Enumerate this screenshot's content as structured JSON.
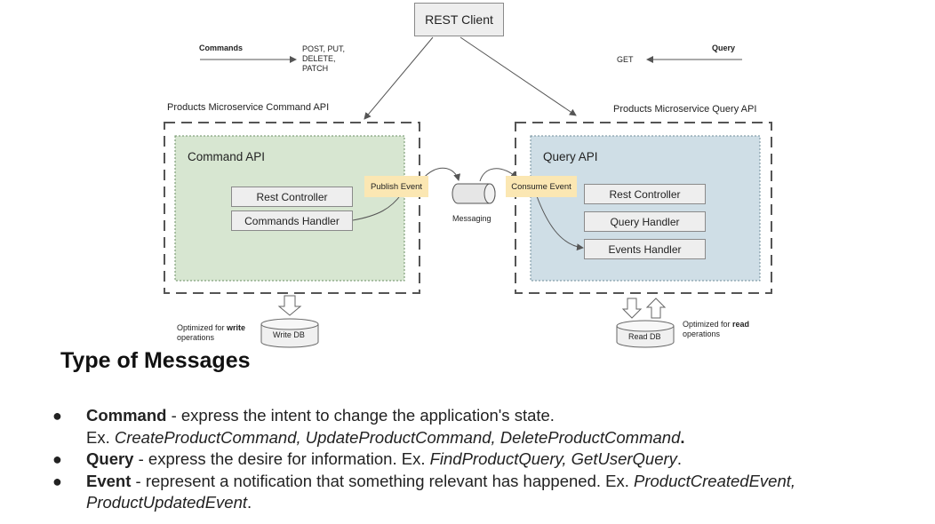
{
  "diagram": {
    "rest_client": "REST Client",
    "commands_label": "Commands",
    "command_methods": [
      "POST, PUT,",
      "DELETE,",
      "PATCH"
    ],
    "query_label": "Query",
    "query_method": "GET",
    "command_service_title": "Products Microservice Command API",
    "query_service_title": "Products Microservice Query API",
    "command_api": {
      "title": "Command API",
      "components": [
        "Rest Controller",
        "Commands Handler"
      ],
      "event_pill": "Publish Event"
    },
    "query_api": {
      "title": "Query API",
      "components": [
        "Rest Controller",
        "Query Handler",
        "Events Handler"
      ],
      "event_pill": "Consume Event"
    },
    "messaging": "Messaging",
    "write_db": {
      "label": "Write DB",
      "note_prefix": "Optimized for ",
      "note_bold": "write",
      "note_suffix": "operations"
    },
    "read_db": {
      "label": "Read DB",
      "note_prefix": "Optimized for ",
      "note_bold": "read",
      "note_suffix": "operations"
    }
  },
  "section_title": "Type of Messages",
  "bullets": [
    {
      "term": "Command",
      "text": " - express the intent to change the application's state.",
      "example_prefix": "Ex. ",
      "example": "CreateProductCommand, UpdateProductCommand, DeleteProductCommand",
      "trailing": "."
    },
    {
      "term": "Query",
      "text": " - express the desire for information. Ex. ",
      "example": "FindProductQuery, GetUserQuery",
      "trailing": "."
    },
    {
      "term": "Event",
      "text": " - represent a notification that something relevant has happened. Ex. ",
      "example": "ProductCreatedEvent,",
      "example_line2": "ProductUpdatedEvent",
      "trailing": "."
    }
  ]
}
